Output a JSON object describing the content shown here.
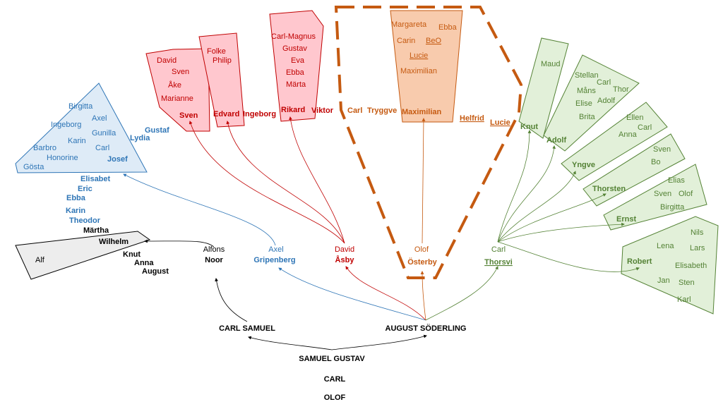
{
  "colors": {
    "blue": "#2e75b6",
    "red": "#c00000",
    "orange": "#c55a11",
    "green": "#548235",
    "black": "#000000",
    "blue_fill": "#deebf7",
    "red_fill": "#ffc7ce",
    "orange_fill": "#f8cbad",
    "green_fill": "#e2f0d9",
    "gray_fill": "#ededed"
  },
  "roots": {
    "samuel_gustav": "SAMUEL GUSTAV",
    "carl": "CARL",
    "olof": "OLOF",
    "carl_samuel": "CARL SAMUEL",
    "august_soderling": "AUGUST SÖDERLING"
  },
  "noor": {
    "first": "Alfons",
    "surname": "Noor",
    "line": [
      "Märtha",
      "Wilhelm",
      "Knut",
      "Anna",
      "August"
    ],
    "group": [
      "Alf"
    ]
  },
  "gripenberg": {
    "first": "Axel",
    "surname": "Gripenberg",
    "line": [
      "Elisabet",
      "Eric",
      "Ebba",
      "Karin",
      "Theodor"
    ],
    "outer": [
      "Gustaf",
      "Lydia"
    ],
    "josef": "Josef",
    "group": [
      "Birgitta",
      "Axel",
      "Ingeborg",
      "Gunilla",
      "Karin",
      "Barbro",
      "Carl",
      "Honorine",
      "Gösta"
    ]
  },
  "asby": {
    "first": "David",
    "surname": "Åsby",
    "sven": {
      "name": "Sven",
      "group": [
        "David",
        "Sven",
        "Åke",
        "Marianne"
      ]
    },
    "edvard": {
      "name": "Edvard",
      "group": [
        "Folke",
        "Philip"
      ]
    },
    "ingeborg": "Ingeborg",
    "rikard": {
      "name": "Rikard",
      "group": [
        "Carl-Magnus",
        "Gustav",
        "Eva",
        "Ebba",
        "Märta"
      ]
    },
    "viktor": "Viktor"
  },
  "osterby": {
    "first": "Olof",
    "surname": "Österby",
    "carl": "Carl",
    "tryggve": "Tryggve",
    "maximilian": {
      "name": "Maximilian",
      "group": [
        "Margareta",
        "Ebba",
        "Carin",
        "BeO",
        "Lucie",
        "Maximilian"
      ]
    },
    "helfrid": "Helfrid",
    "lucie": "Lucie"
  },
  "thorsvi": {
    "first": "Carl",
    "surname": "Thorsvi",
    "knut": {
      "name": "Knut",
      "group": [
        "Maud"
      ]
    },
    "adolf": {
      "name": "Adolf",
      "group": [
        "Stellan",
        "Carl",
        "Måns",
        "Thor",
        "Elise",
        "Adolf",
        "Brita"
      ]
    },
    "yngve": {
      "name": "Yngve",
      "group": [
        "Ellen",
        "Carl",
        "Anna"
      ]
    },
    "thorsten": {
      "name": "Thorsten",
      "group": [
        "Sven",
        "Bo"
      ]
    },
    "ernst": {
      "name": "Ernst",
      "group": [
        "Elias",
        "Sven",
        "Olof",
        "Birgitta"
      ]
    },
    "robert": {
      "name": "Robert",
      "group": [
        "Nils",
        "Lena",
        "Lars",
        "Elisabeth",
        "Jan",
        "Sten",
        "Karl"
      ]
    }
  }
}
